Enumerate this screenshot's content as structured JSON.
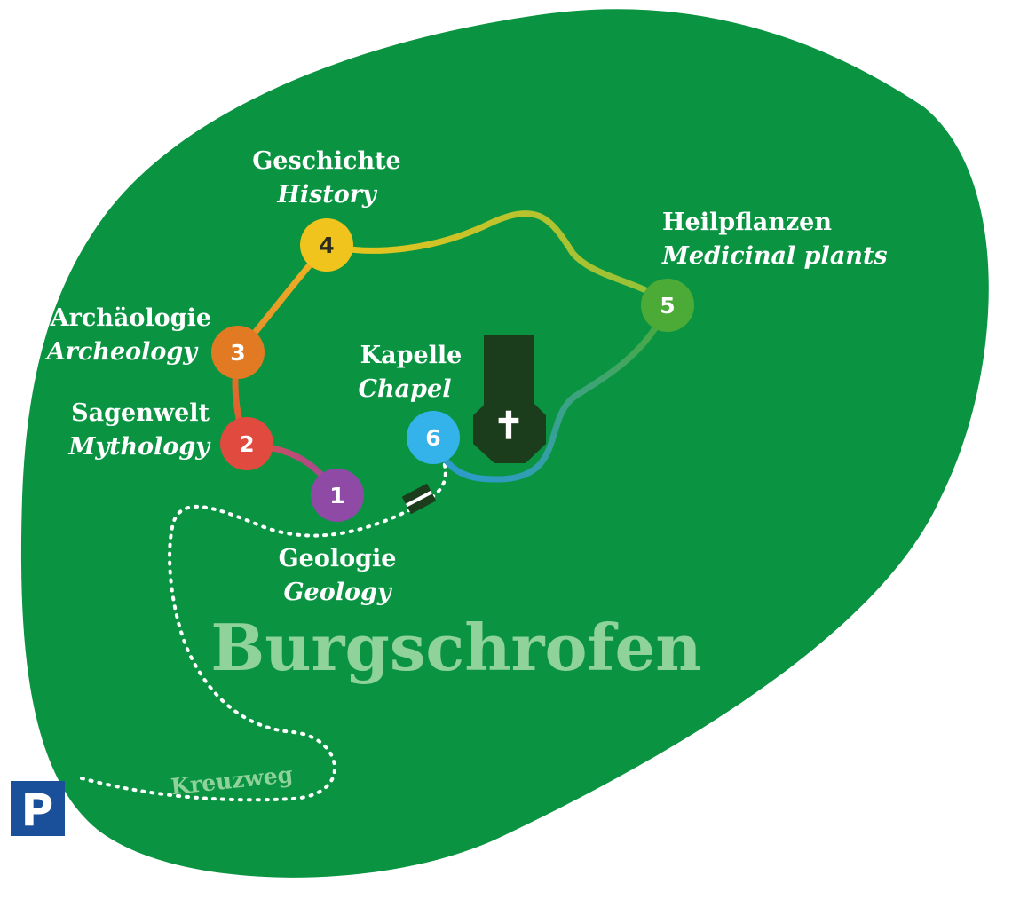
{
  "map": {
    "title": "Burgschrofen",
    "trail_name": "Kreuzweg",
    "parking_symbol": "P",
    "chapel_symbol": "✝",
    "colors": {
      "area": "#0a9442",
      "title": "#8fd29a",
      "chapel": "#1c3d1c",
      "parking": "#1a4f9a"
    },
    "stations": [
      {
        "number": "1",
        "label_de": "Geologie",
        "label_en": "Geology",
        "color": "#8f4aa6"
      },
      {
        "number": "2",
        "label_de": "Sagenwelt",
        "label_en": "Mythology",
        "color": "#e04a3f"
      },
      {
        "number": "3",
        "label_de": "Archäologie",
        "label_en": "Archeology",
        "color": "#e27a23"
      },
      {
        "number": "4",
        "label_de": "Geschichte",
        "label_en": "History",
        "color": "#f0c41d"
      },
      {
        "number": "5",
        "label_de": "Heilpflanzen",
        "label_en": "Medicinal plants",
        "color": "#4caa37"
      },
      {
        "number": "6",
        "label_de": "Kapelle",
        "label_en": "Chapel",
        "color": "#33b3ea"
      }
    ]
  }
}
